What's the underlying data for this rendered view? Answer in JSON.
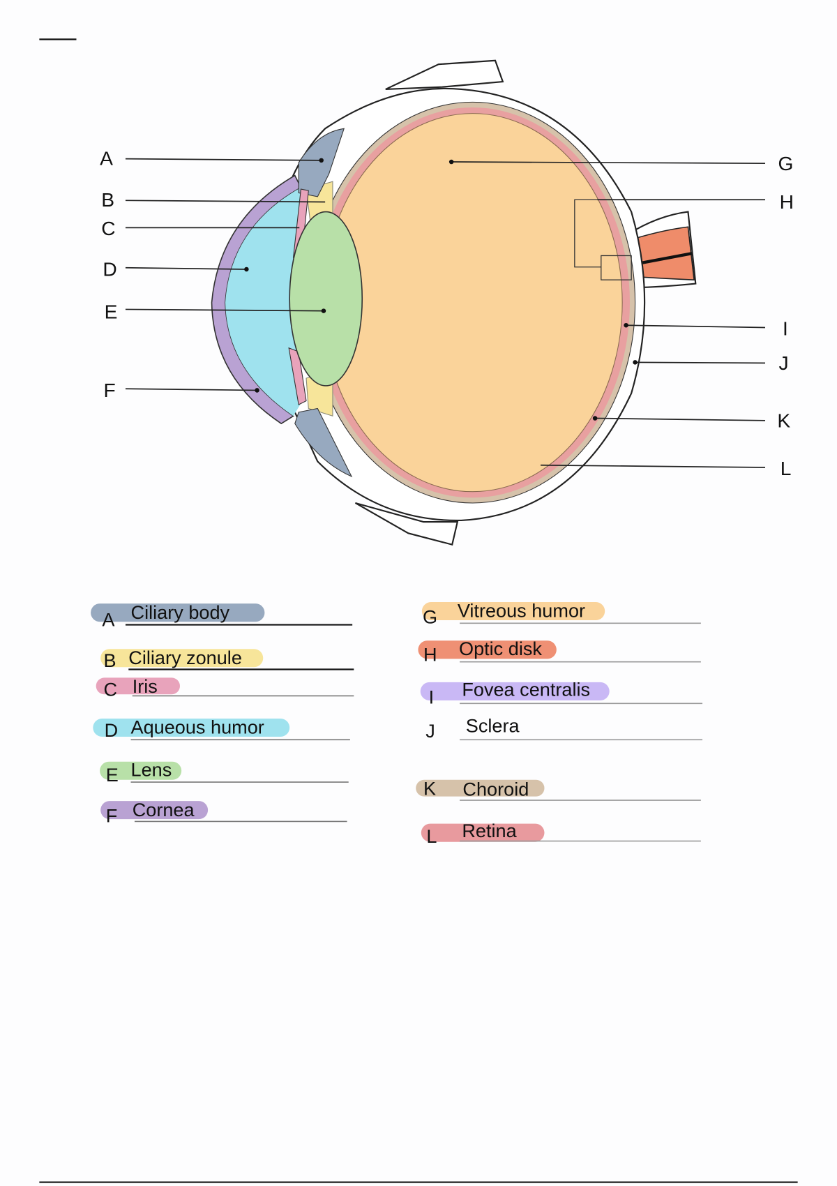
{
  "diagram_labels": [
    "A",
    "B",
    "C",
    "D",
    "E",
    "F",
    "G",
    "H",
    "I",
    "J",
    "K",
    "L"
  ],
  "legend": [
    {
      "letter": "A",
      "name": "Ciliary body",
      "color": "#97a9bf"
    },
    {
      "letter": "B",
      "name": "Ciliary zonule",
      "color": "#f7e59a"
    },
    {
      "letter": "C",
      "name": "Iris",
      "color": "#e8a3bb"
    },
    {
      "letter": "D",
      "name": "Aqueous humor",
      "color": "#9fe2ee"
    },
    {
      "letter": "E",
      "name": "Lens",
      "color": "#b8e0a8"
    },
    {
      "letter": "F",
      "name": "Cornea",
      "color": "#b9a2d3"
    },
    {
      "letter": "G",
      "name": "Vitreous humor",
      "color": "#fad39a"
    },
    {
      "letter": "H",
      "name": "Optic disk",
      "color": "#ef9074"
    },
    {
      "letter": "I",
      "name": "Fovea centralis",
      "color": "#c9b8f5"
    },
    {
      "letter": "J",
      "name": "Sclera",
      "color": ""
    },
    {
      "letter": "K",
      "name": "Choroid",
      "color": "#d6c2aa"
    },
    {
      "letter": "L",
      "name": "Retina",
      "color": "#e89a9e"
    }
  ]
}
